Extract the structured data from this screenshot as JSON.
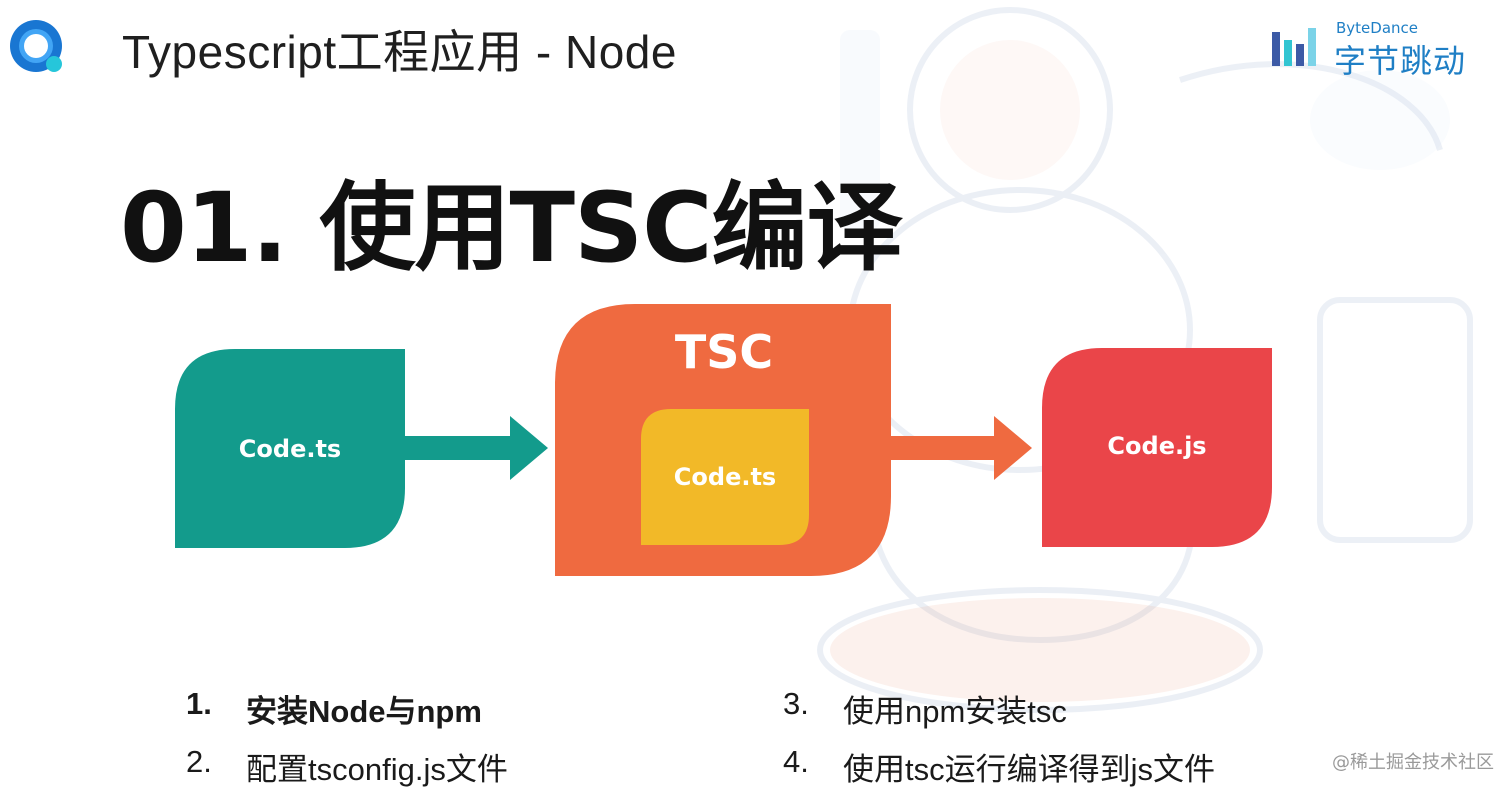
{
  "header": {
    "title": "Typescript工程应用 - Node"
  },
  "brand": {
    "top": "ByteDance",
    "cn": "字节跳动"
  },
  "slide": {
    "title": "01. 使用TSC编译"
  },
  "diagram": {
    "source_label": "Code.ts",
    "compiler_label": "TSC",
    "inner_label": "Code.ts",
    "output_label": "Code.js",
    "colors": {
      "source": "#139b8c",
      "compiler": "#ef6a40",
      "inner": "#f2b928",
      "output": "#ea4549"
    }
  },
  "steps": [
    {
      "num": "1.",
      "text": "安装Node与npm"
    },
    {
      "num": "2.",
      "text": "配置tsconfig.js文件"
    },
    {
      "num": "3.",
      "text": "使用npm安装tsc"
    },
    {
      "num": "4.",
      "text": "使用tsc运行编译得到js文件"
    }
  ],
  "watermark": "@稀土掘金技术社区"
}
